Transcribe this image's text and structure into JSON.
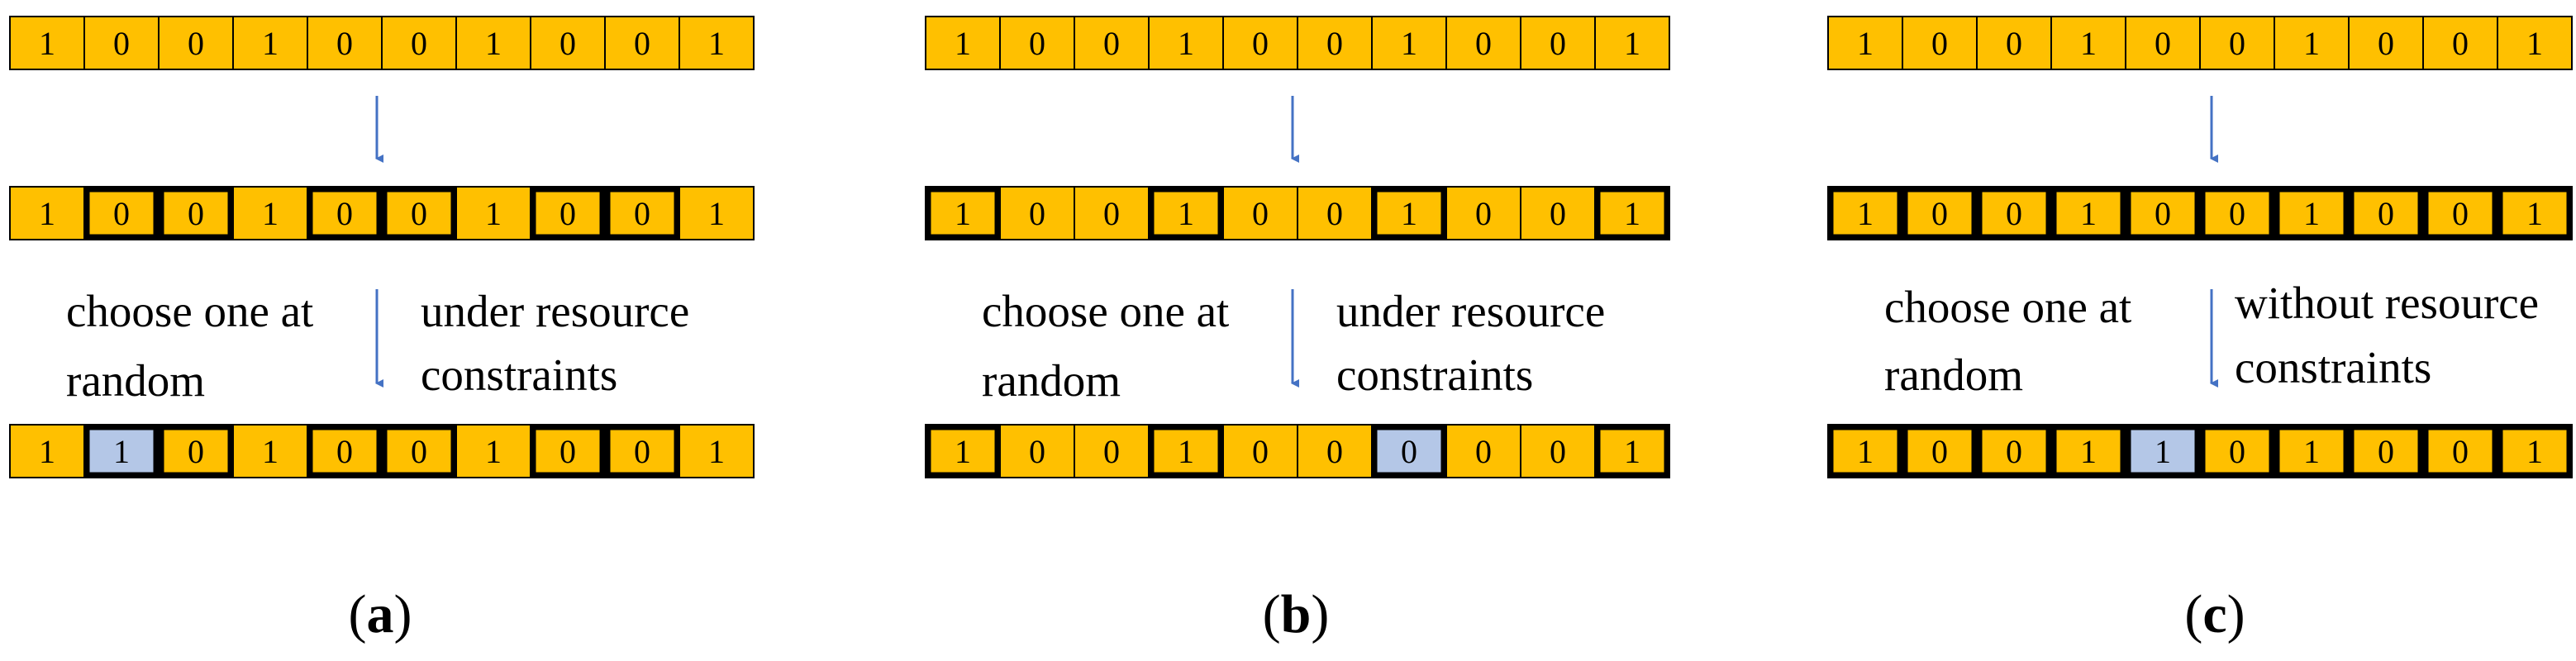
{
  "colors": {
    "cell_fill": "#FFC000",
    "cell_selected_fill": "#B4C7E7",
    "cell_border": "#000000",
    "arrow": "#4472C4",
    "text": "#000000"
  },
  "panels": [
    {
      "id": "a",
      "label": "(a)",
      "label_bold": "a",
      "row1": {
        "bits": [
          "1",
          "0",
          "0",
          "1",
          "0",
          "0",
          "1",
          "0",
          "0",
          "1"
        ],
        "bold": [],
        "selected": []
      },
      "row2": {
        "bits": [
          "1",
          "0",
          "0",
          "1",
          "0",
          "0",
          "1",
          "0",
          "0",
          "1"
        ],
        "bold": [
          1,
          2,
          4,
          5,
          7,
          8
        ],
        "selected": []
      },
      "row3": {
        "bits": [
          "1",
          "1",
          "0",
          "1",
          "0",
          "0",
          "1",
          "0",
          "0",
          "1"
        ],
        "bold": [
          1,
          2,
          4,
          5,
          7,
          8
        ],
        "selected": [
          1
        ]
      },
      "left_text": [
        "choose one at",
        "random"
      ],
      "right_text": [
        "under resource",
        "constraints"
      ]
    },
    {
      "id": "b",
      "label": "(b)",
      "label_bold": "b",
      "row1": {
        "bits": [
          "1",
          "0",
          "0",
          "1",
          "0",
          "0",
          "1",
          "0",
          "0",
          "1"
        ],
        "bold": [],
        "selected": []
      },
      "row2": {
        "bits": [
          "1",
          "0",
          "0",
          "1",
          "0",
          "0",
          "1",
          "0",
          "0",
          "1"
        ],
        "bold": [
          0,
          3,
          6,
          9
        ],
        "selected": []
      },
      "row3": {
        "bits": [
          "1",
          "0",
          "0",
          "1",
          "0",
          "0",
          "0",
          "0",
          "0",
          "1"
        ],
        "bold": [
          0,
          3,
          6,
          9
        ],
        "selected": [
          6
        ]
      },
      "left_text": [
        "choose one at",
        "random"
      ],
      "right_text": [
        "under resource",
        "constraints"
      ]
    },
    {
      "id": "c",
      "label": "(c)",
      "label_bold": "c",
      "row1": {
        "bits": [
          "1",
          "0",
          "0",
          "1",
          "0",
          "0",
          "1",
          "0",
          "0",
          "1"
        ],
        "bold": [],
        "selected": []
      },
      "row2": {
        "bits": [
          "1",
          "0",
          "0",
          "1",
          "0",
          "0",
          "1",
          "0",
          "0",
          "1"
        ],
        "bold": [
          0,
          1,
          2,
          3,
          4,
          5,
          6,
          7,
          8,
          9
        ],
        "selected": []
      },
      "row3": {
        "bits": [
          "1",
          "0",
          "0",
          "1",
          "1",
          "0",
          "1",
          "0",
          "0",
          "1"
        ],
        "bold": [
          0,
          1,
          2,
          3,
          4,
          5,
          6,
          7,
          8,
          9
        ],
        "selected": [
          4
        ]
      },
      "left_text": [
        "choose one at",
        "random"
      ],
      "right_text": [
        "without resource",
        "constraints"
      ]
    }
  ]
}
